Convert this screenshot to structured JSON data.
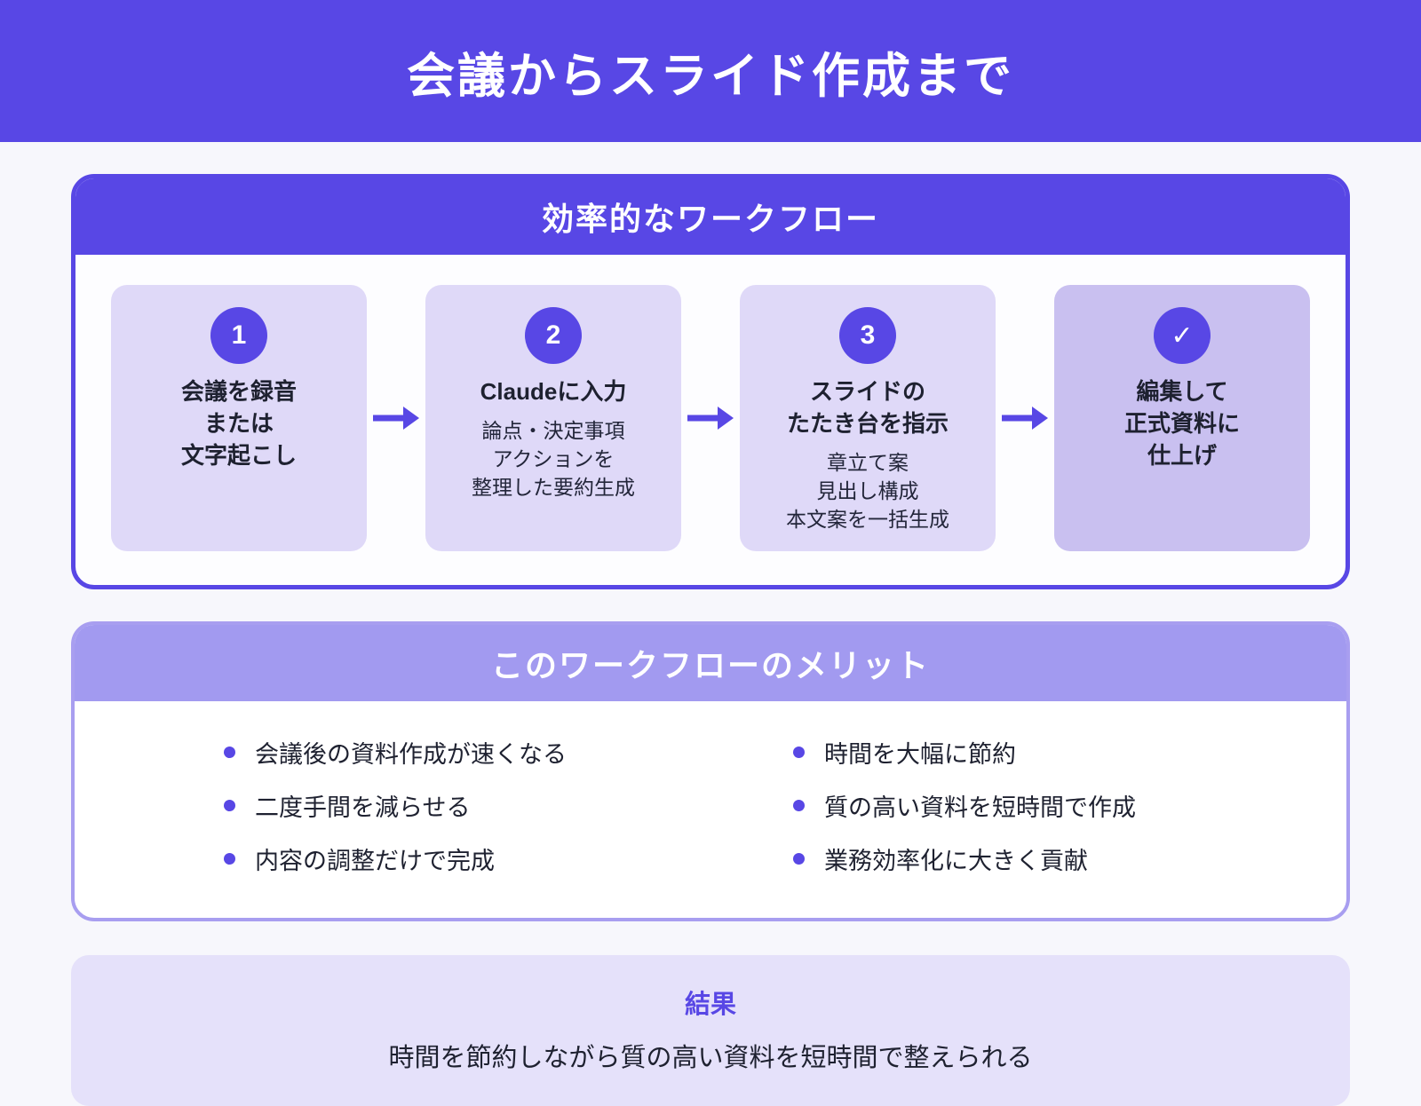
{
  "header": {
    "title": "会議からスライド作成まで"
  },
  "workflow": {
    "header": "効率的なワークフロー",
    "steps": [
      {
        "badge": "1",
        "title_lines": [
          "会議を録音",
          "または",
          "文字起こし"
        ],
        "detail_lines": []
      },
      {
        "badge": "2",
        "title_lines": [
          "Claudeに入力"
        ],
        "detail_lines": [
          "論点・決定事項",
          "アクションを",
          "整理した要約生成"
        ]
      },
      {
        "badge": "3",
        "title_lines": [
          "スライドの",
          "たたき台を指示"
        ],
        "detail_lines": [
          "章立て案",
          "見出し構成",
          "本文案を一括生成"
        ]
      },
      {
        "badge": "✓",
        "title_lines": [
          "編集して",
          "正式資料に",
          "仕上げ"
        ],
        "detail_lines": []
      }
    ]
  },
  "benefits": {
    "header": "このワークフローのメリット",
    "left": [
      "会議後の資料作成が速くなる",
      "二度手間を減らせる",
      "内容の調整だけで完成"
    ],
    "right": [
      "時間を大幅に節約",
      "質の高い資料を短時間で作成",
      "業務効率化に大きく貢献"
    ]
  },
  "result": {
    "label": "結果",
    "text": "時間を節約しながら質の高い資料を短時間で整えられる"
  },
  "colors": {
    "primary": "#5847e5",
    "secondary_header": "#a29af0",
    "step_box_fill": "#dfd9f8",
    "final_box_fill": "#c9c0f0",
    "result_fill": "#e5e1fa",
    "page_background": "#f7f7fc",
    "text_dark": "#1e2130",
    "white": "#ffffff"
  }
}
